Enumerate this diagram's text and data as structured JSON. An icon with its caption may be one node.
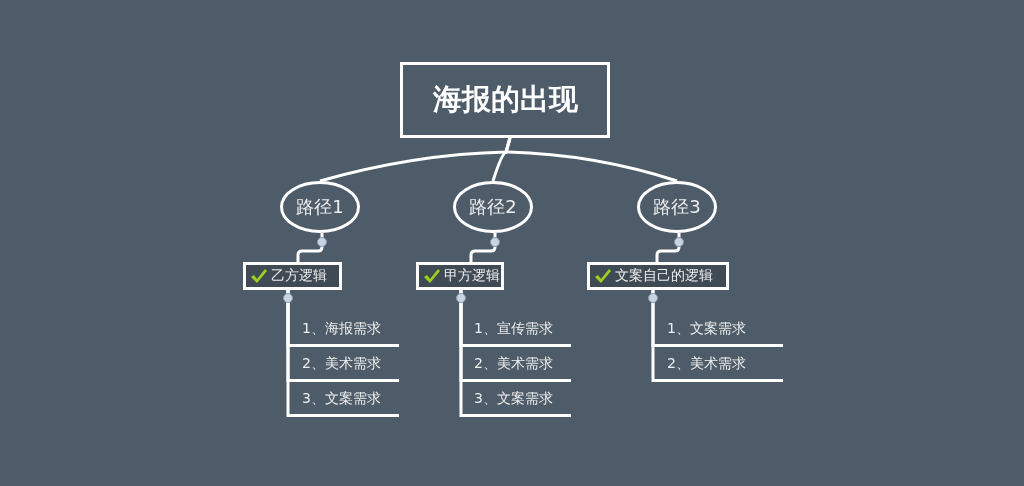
{
  "diagram": {
    "nodes": [
      {
        "text": [
          "海报的出现"
        ]
      },
      {
        "text": [
          "路径1"
        ]
      },
      {
        "text": [
          "路径2"
        ]
      },
      {
        "text": [
          "路径3"
        ]
      },
      {
        "text": [
          "乙方逻辑"
        ]
      },
      {
        "text": [
          "甲方逻辑"
        ]
      },
      {
        "text": [
          "文案自己的逻辑"
        ]
      },
      {
        "text": [
          "1、海报需求"
        ]
      },
      {
        "text": [
          "2、美术需求"
        ]
      },
      {
        "text": [
          "3、文案需求"
        ]
      },
      {
        "text": [
          "1、宣传需求"
        ]
      },
      {
        "text": [
          "2、美术需求"
        ]
      },
      {
        "text": [
          "3、文案需求"
        ]
      },
      {
        "text": [
          "1、文案需求"
        ]
      },
      {
        "text": [
          "2、美术需求"
        ]
      }
    ],
    "edges": [
      {
        "from": 0,
        "to": 1,
        "arrow": "none"
      },
      {
        "from": 0,
        "to": 2,
        "arrow": "none"
      },
      {
        "from": 0,
        "to": 3,
        "arrow": "none"
      },
      {
        "from": 1,
        "to": 4,
        "arrow": "none"
      },
      {
        "from": 2,
        "to": 5,
        "arrow": "none"
      },
      {
        "from": 3,
        "to": 6,
        "arrow": "none"
      },
      {
        "from": 4,
        "to": 7,
        "arrow": "none"
      },
      {
        "from": 4,
        "to": 8,
        "arrow": "none"
      },
      {
        "from": 4,
        "to": 9,
        "arrow": "none"
      },
      {
        "from": 5,
        "to": 10,
        "arrow": "none"
      },
      {
        "from": 5,
        "to": 11,
        "arrow": "none"
      },
      {
        "from": 5,
        "to": 12,
        "arrow": "none"
      },
      {
        "from": 6,
        "to": 13,
        "arrow": "none"
      },
      {
        "from": 6,
        "to": 14,
        "arrow": "none"
      }
    ]
  }
}
